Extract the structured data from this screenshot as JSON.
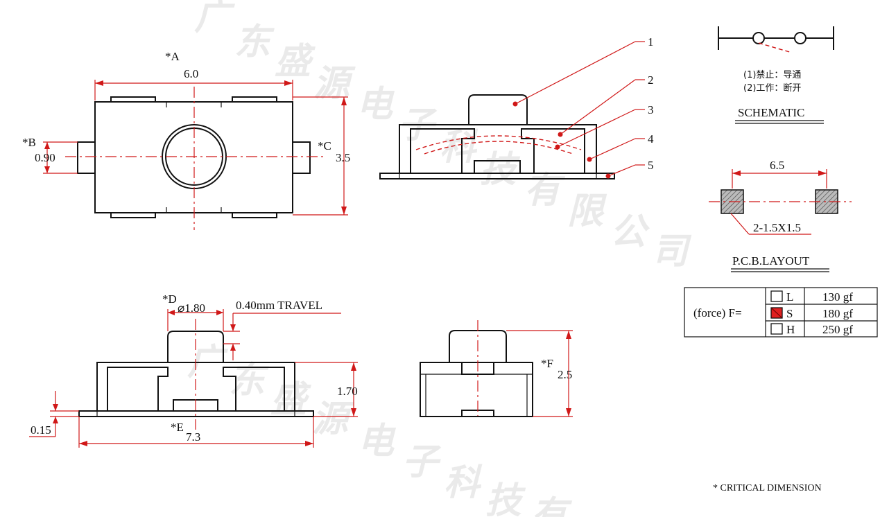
{
  "dimensions": {
    "a_label": "*A",
    "a_value": "6.0",
    "b_label": "*B",
    "b_value": "0.90",
    "c_label": "*C",
    "c_value": "3.5",
    "d_label": "*D",
    "d_value": "⌀1.80",
    "travel": "0.40mm TRAVEL",
    "height": "1.70",
    "base": "0.15",
    "e_label": "*E",
    "e_value": "7.3",
    "f_label": "*F",
    "f_value": "2.5",
    "pcb_spacing": "6.5",
    "pad_size": "2-1.5X1.5"
  },
  "callouts": [
    "1",
    "2",
    "3",
    "4",
    "5"
  ],
  "schematic": {
    "line1": "(1)禁止：导通",
    "line2": "(2)工作：断开",
    "title": "SCHEMATIC"
  },
  "pcb_title": "P.C.B.LAYOUT",
  "force_table": {
    "label": "(force) F=",
    "rows": [
      {
        "code": "L",
        "value": "130 gf",
        "selected": false
      },
      {
        "code": "S",
        "value": "180 gf",
        "selected": true
      },
      {
        "code": "H",
        "value": "250 gf",
        "selected": false
      }
    ]
  },
  "footnote": "* CRITICAL DIMENSION",
  "watermark": [
    "广",
    "东",
    "盛",
    "源",
    "电",
    "子",
    "科",
    "技",
    "有",
    "限",
    "公",
    "司"
  ],
  "colors": {
    "dimension": "#d01818",
    "outline": "#111111",
    "watermark": "#d9d9d9",
    "selected": "#e02020"
  }
}
